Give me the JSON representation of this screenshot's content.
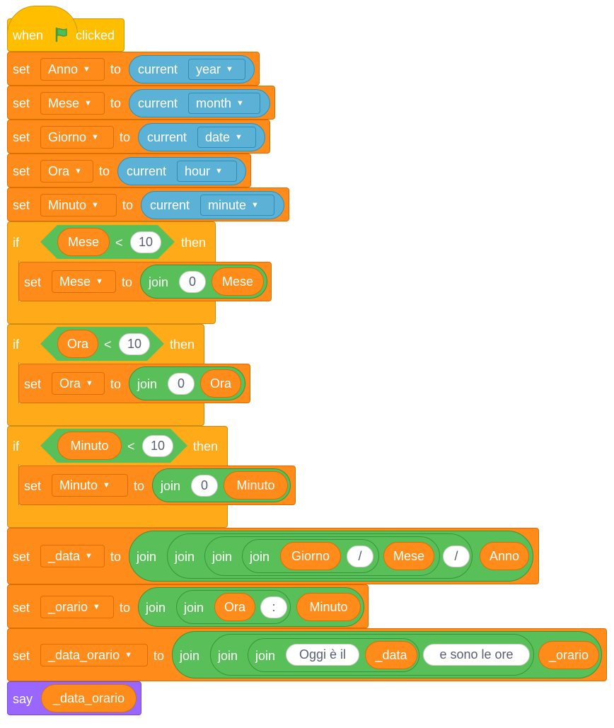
{
  "hat": {
    "when": "when",
    "clicked": "clicked"
  },
  "kw": {
    "set": "set",
    "to": "to",
    "if": "if",
    "then": "then",
    "current": "current",
    "join": "join",
    "say": "say",
    "lt": "<"
  },
  "vars": {
    "anno": "Anno",
    "mese": "Mese",
    "giorno": "Giorno",
    "ora": "Ora",
    "minuto": "Minuto",
    "data": "_data",
    "orario": "_orario",
    "data_orario": "_data_orario"
  },
  "sensing": {
    "year": "year",
    "month": "month",
    "date": "date",
    "hour": "hour",
    "minute": "minute"
  },
  "literals": {
    "ten": "10",
    "zero": "0",
    "slash": "/",
    "colon": ":",
    "oggi": "Oggi è il",
    "sono": "e sono le ore"
  },
  "dropdown_arrow": "▼",
  "colors": {
    "events": "#FFBF00",
    "variables": "#FF8C1A",
    "control": "#FFAB19",
    "sensing": "#5CB1D6",
    "operators": "#59C059",
    "looks": "#9966FF",
    "flag": "#4CBF56"
  }
}
